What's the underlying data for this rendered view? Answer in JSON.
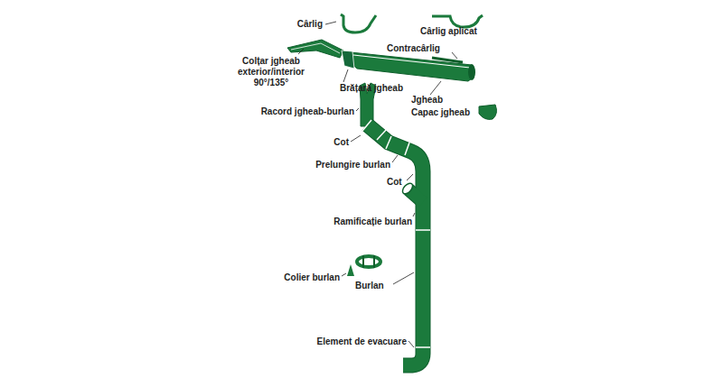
{
  "diagram": {
    "labels": [
      "Cârlig",
      "Cârlig aplicat",
      "Contracârlig",
      "Colțar jgheab exterior/interior 90°/135°",
      "Brățară jgheab",
      "Jgheab",
      "Racord jgheab-burlan",
      "Capac jgheab",
      "Cot",
      "Prelungire burlan",
      "Cot",
      "Ramificație burlan",
      "Colier burlan",
      "Burlan",
      "Element de evacuare"
    ]
  }
}
